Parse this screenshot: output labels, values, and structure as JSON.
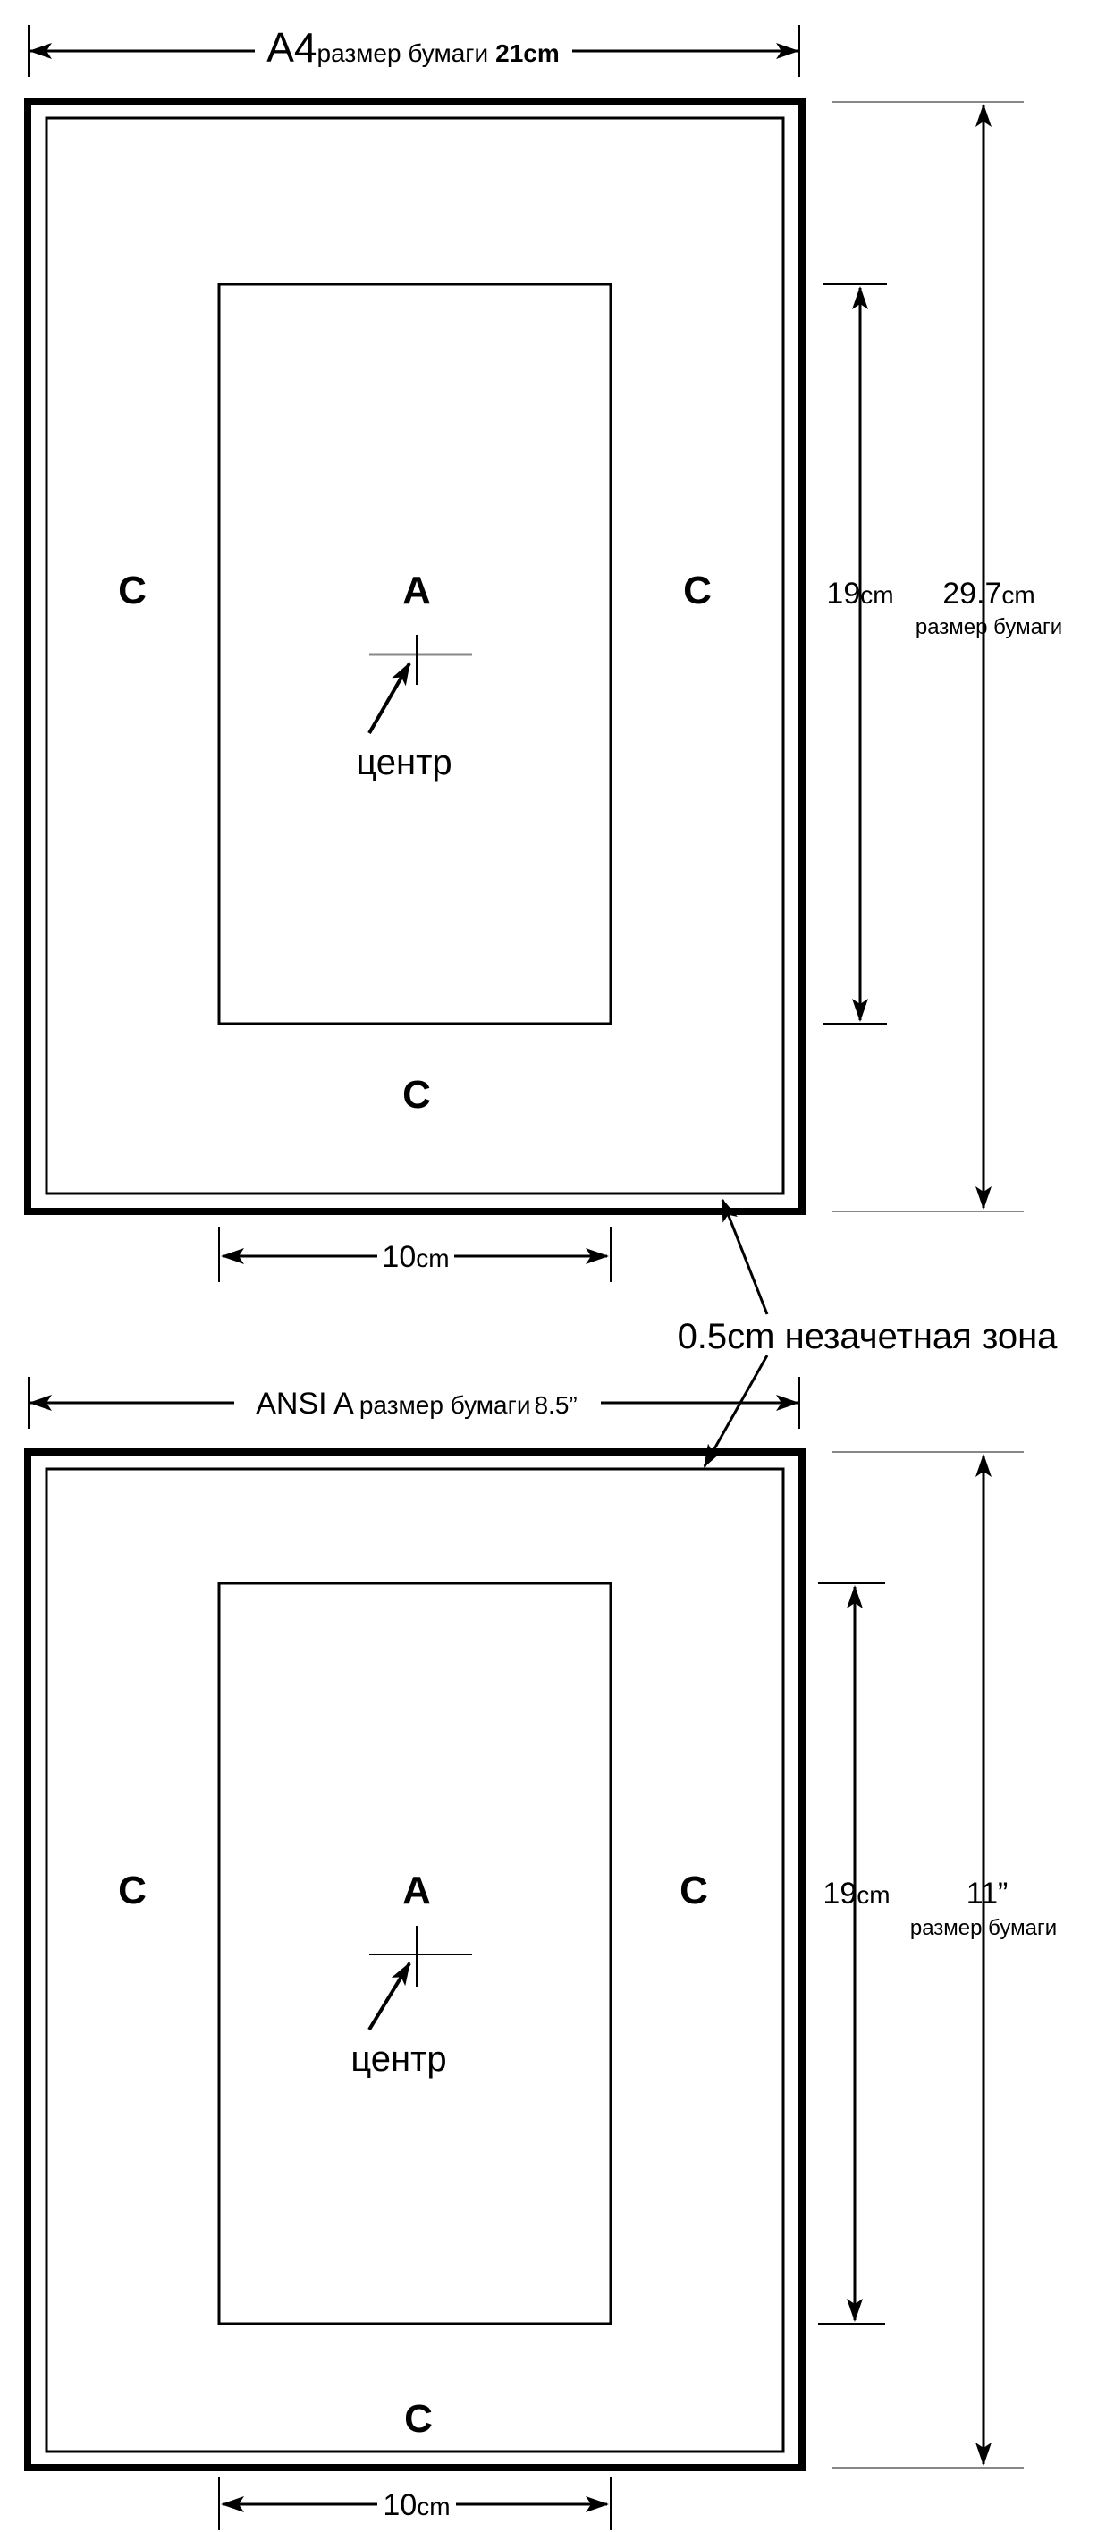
{
  "top": {
    "width_main": "A4",
    "width_sub": "размер бумаги",
    "width_value": "21cm",
    "inner_height_value": "19",
    "inner_height_unit": "cm",
    "paper_height_value": "29.7",
    "paper_height_unit": "cm",
    "paper_height_sub": "размер бумаги",
    "inner_width_value": "10",
    "inner_width_unit": "cm",
    "zone_label_a": "A",
    "zone_label_c": "C",
    "center_label": "центр"
  },
  "bottom": {
    "width_main": "ANSI A",
    "width_sub": "размер бумаги",
    "width_value": "8.5”",
    "inner_height_value": "19",
    "inner_height_unit": "cm",
    "paper_height_value": "11”",
    "paper_height_sub": "размер бумаги",
    "inner_width_value": "10",
    "inner_width_unit": "cm",
    "zone_label_a": "A",
    "zone_label_c": "C",
    "center_label": "центр"
  },
  "margin_label": "0.5cm незачетная зона"
}
